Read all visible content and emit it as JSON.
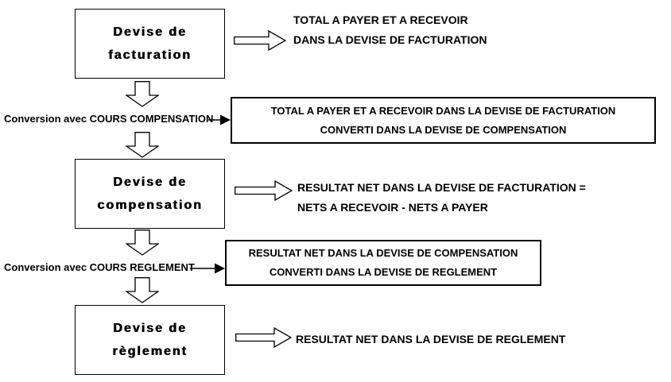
{
  "colors": {
    "background": "#ffffff",
    "line": "#000000",
    "text": "#000000"
  },
  "icons": {
    "flow_right": "block-arrow-right-icon",
    "flow_down": "block-arrow-down-icon",
    "conversion_pointer": "solid-arrow-right-icon"
  },
  "title_boxes": {
    "facturation": {
      "line1": "Devise de",
      "line2": "facturation"
    },
    "compensation": {
      "line1": "Devise de",
      "line2": "compensation"
    },
    "reglement": {
      "line1": "Devise de",
      "line2": "règlement"
    }
  },
  "flow_annotations": {
    "facturation": {
      "line1": "TOTAL A PAYER ET A RECEVOIR",
      "line2": "DANS LA DEVISE DE FACTURATION"
    },
    "compensation": {
      "line1": "RESULTAT NET DANS LA DEVISE DE FACTURATION =",
      "line2": "NETS A RECEVOIR - NETS A PAYER"
    },
    "reglement": {
      "line1": "RESULTAT NET DANS LA DEVISE DE REGLEMENT"
    }
  },
  "conversion_result_boxes": {
    "to_compensation": {
      "line1": "TOTAL A PAYER ET A RECEVOIR DANS LA DEVISE DE FACTURATION",
      "line2": "CONVERTI DANS LA DEVISE DE COMPENSATION"
    },
    "to_reglement": {
      "line1": "RESULTAT NET DANS LA DEVISE DE COMPENSATION",
      "line2": "CONVERTI DANS LA DEVISE DE REGLEMENT"
    }
  },
  "conversion_labels": {
    "compensation": "Conversion avec COURS COMPENSATION",
    "reglement": "Conversion avec COURS REGLEMENT"
  }
}
